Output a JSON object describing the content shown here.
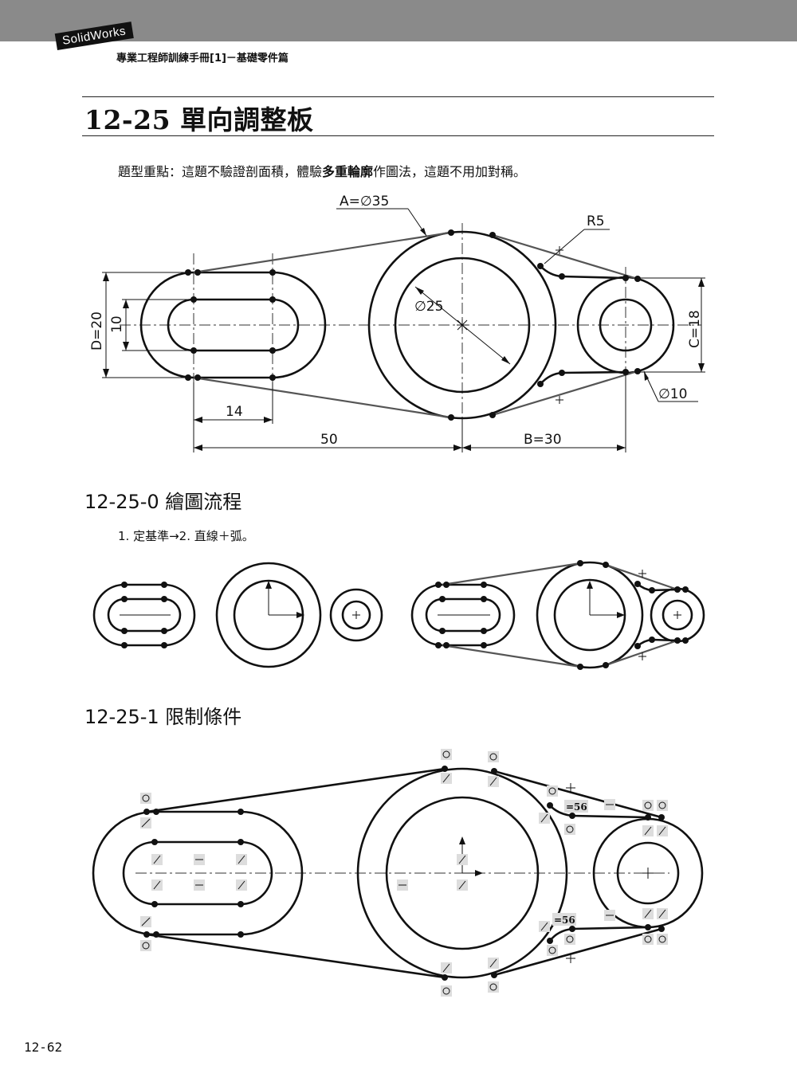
{
  "header": {
    "logo_text": "SolidWorks",
    "book_title": "專業工程師訓練手冊[1]－基礎零件篇"
  },
  "chapter": {
    "title": "12-25 單向調整板"
  },
  "key_point": {
    "before": "題型重點：這題不驗證剖面積，體驗",
    "bold": "多重輪廓",
    "after": "作圖法，這題不用加對稱。"
  },
  "drawing": {
    "dim_a": "A=∅35",
    "dim_r5": "R5",
    "dim_d25": "∅25",
    "dim_d20": "D=20",
    "dim_10": "10",
    "dim_c18": "C=18",
    "dim_d10": "∅10",
    "dim_14": "14",
    "dim_50": "50",
    "dim_b30": "B=30"
  },
  "sections": {
    "flow_title": "12-25-0 繪圖流程",
    "flow_steps": "1. 定基準→2. 直線＋弧。",
    "constraints_title": "12-25-1 限制條件"
  },
  "constraints": {
    "eq_label_top": "=56",
    "eq_label_bottom": "=56"
  },
  "footer": {
    "page_number": "12-62"
  }
}
